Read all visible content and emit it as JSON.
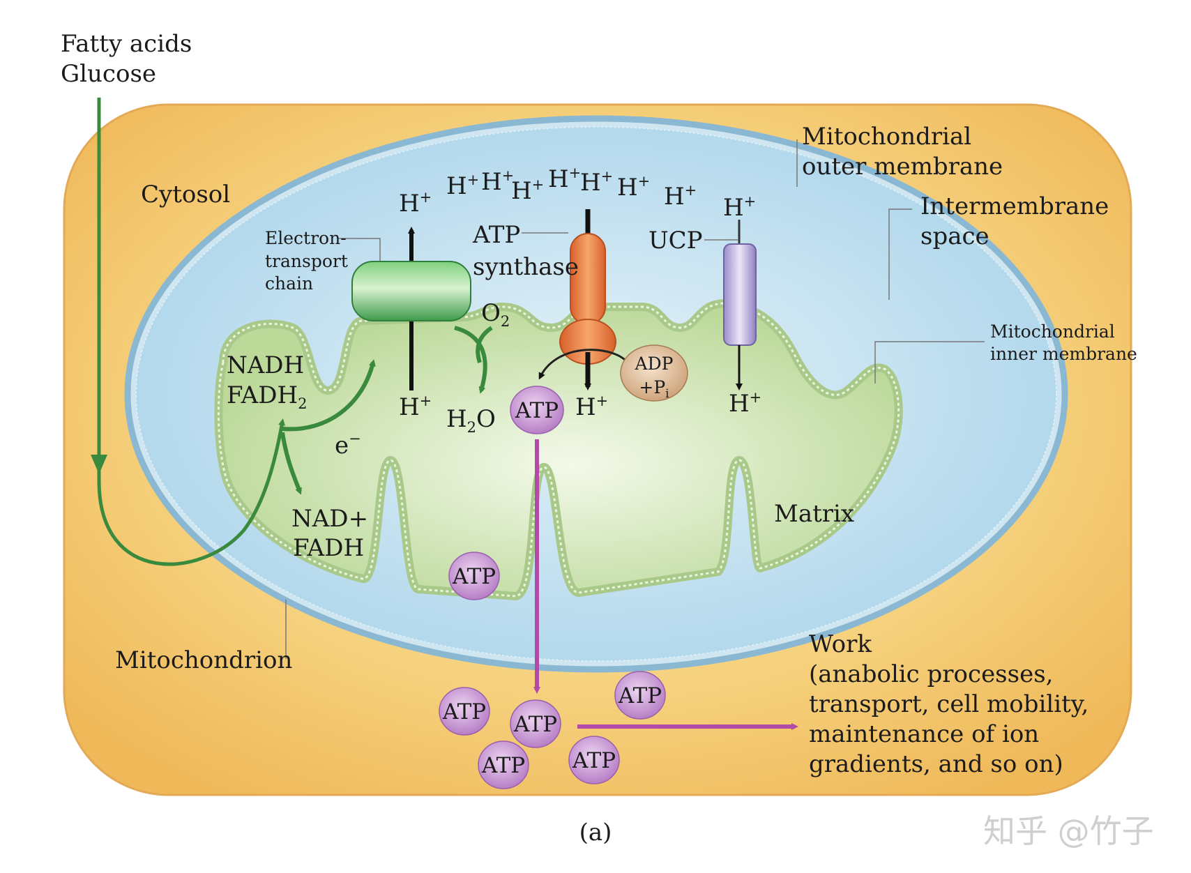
{
  "labels": {
    "inputs_line1": "Fatty acids",
    "inputs_line2": "Glucose",
    "cytosol": "Cytosol",
    "outer_membrane_line1": "Mitochondrial",
    "outer_membrane_line2": "outer membrane",
    "intermembrane_line1": "Intermembrane",
    "intermembrane_line2": "space",
    "inner_membrane_line1": "Mitochondrial",
    "inner_membrane_line2": "inner membrane",
    "etc_line1": "Electron-",
    "etc_line2": "transport",
    "etc_line3": "chain",
    "atp_synthase_line1": "ATP",
    "atp_synthase_line2": "synthase",
    "ucp": "UCP",
    "nadh": "NADH",
    "fadh2_base": "FADH",
    "fadh2_sub": "2",
    "nad_plus": "NAD+",
    "fadh": "FADH",
    "electron_base": "e",
    "electron_sup": "−",
    "o2_base": "O",
    "o2_sub": "2",
    "h2o_h": "H",
    "h2o_sub": "2",
    "h2o_o": "O",
    "adp_line1": "ADP",
    "adp_line2_base": "+P",
    "adp_line2_sub": "i",
    "proton_base": "H",
    "proton_sup": "+",
    "matrix": "Matrix",
    "mitochondrion": "Mitochondrion",
    "atp": "ATP",
    "work_line1": "Work",
    "work_line2": "(anabolic processes,",
    "work_line3": "transport, cell mobility,",
    "work_line4": "maintenance of ion",
    "work_line5": "gradients, and so on)",
    "caption": "(a)",
    "watermark": "知乎 @竹子"
  },
  "colors": {
    "cytosol": "#f3c26a",
    "intermembrane": "#bfe0f0",
    "matrix": "#d2e6b4",
    "etc_green": "#4caf5a",
    "arrow_green": "#3a8a3e",
    "atp_synthase": "#f0874a",
    "ucp": "#b7a8d8",
    "atp_purple": "#c99bd6",
    "atp_arrow": "#b24aa8",
    "adp": "#e8c9a6"
  }
}
